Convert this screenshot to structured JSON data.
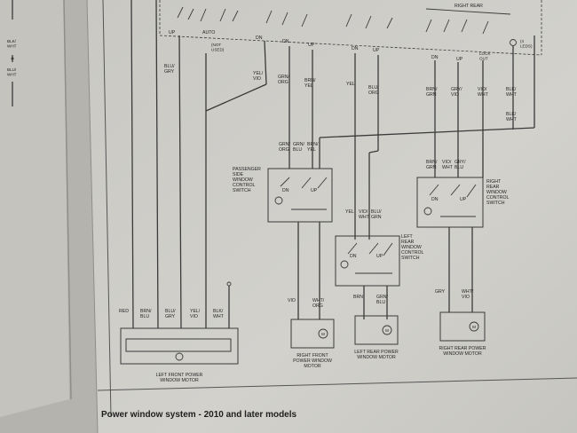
{
  "caption": "Power window system - 2010 and later models",
  "left_margin": {
    "wire_a": "BLK/\nWHT",
    "wire_b": "BLU/\nWHT"
  },
  "top_labels": {
    "up": "UP",
    "auto": "AUTO",
    "not_used": "(NOT\nUSED)",
    "dn_left": "DN",
    "dn2": "DN",
    "up2": "UP",
    "dn3": "DN",
    "up3": "UP",
    "right_rear": "RIGHT REAR",
    "dn4": "DN",
    "up4": "UP",
    "lock_out": "LOCK\nOUT",
    "leds": "(4\nLEDS)"
  },
  "wire_labels": {
    "blu_gry": "BLU/\nGRY",
    "yel_vio": "YEL/\nVIO",
    "grn_org": "GRN/\nORG",
    "brn_yel": "BRN/\nYEL",
    "yel": "YEL",
    "blu_org": "BLU/\nORG",
    "brn_grn": "BRN/\nGRN",
    "gry_vio": "GRY/\nVIO",
    "vio_wht": "VIO/\nWHT",
    "blk_wht": "BLK/\nWHT",
    "blk_wht2": "BLK/\nWHT",
    "p_grn_org": "GRN/\nORG",
    "p_grn_blu": "GRN/\nBLU",
    "p_brn_yel": "BRN/\nYEL",
    "r_brn_grn": "BRN/\nGRN",
    "r_vio_wht": "VIO/\nWHT",
    "r_gry_blu": "GRY/\nBLU",
    "l_yel": "YEL",
    "l_vio_wht": "VIO/\nWHT",
    "l_blu_grn": "BLU/\nGRN",
    "m_red": "RED",
    "m_brn_blu": "BRN/\nBLU",
    "m_blu_gry": "BLU/\nGRY",
    "m_yel_vio": "YEL/\nVIO",
    "m_blk_wht": "BLK/\nWHT",
    "rf_vio": "VIO",
    "rf_wht_org": "WHT/\nORG",
    "lr_brn": "BRN",
    "lr_grn_blu": "GRN/\nBLU",
    "rr_gry": "GRY",
    "rr_wht_vio": "WHT/\nVIO"
  },
  "switches": {
    "passenger": "PASSENGER\nSIDE\nWINDOW\nCONTROL\nSWITCH",
    "right_rear": "RIGHT\nREAR\nWINDOW\nCONTROL\nSWITCH",
    "left_rear": "LEFT\nREAR\nWINDOW\nCONTROL\nSWITCH",
    "dn": "DN",
    "up": "UP"
  },
  "motors": {
    "left_front": "LEFT FRONT POWER\nWINDOW MOTOR",
    "right_front": "RIGHT FRONT\nPOWER WINDOW\nMOTOR",
    "left_rear": "LEFT REAR POWER\nWINDOW MOTOR",
    "right_rear": "RIGHT REAR POWER\nWINDOW MOTOR",
    "m": "M"
  }
}
